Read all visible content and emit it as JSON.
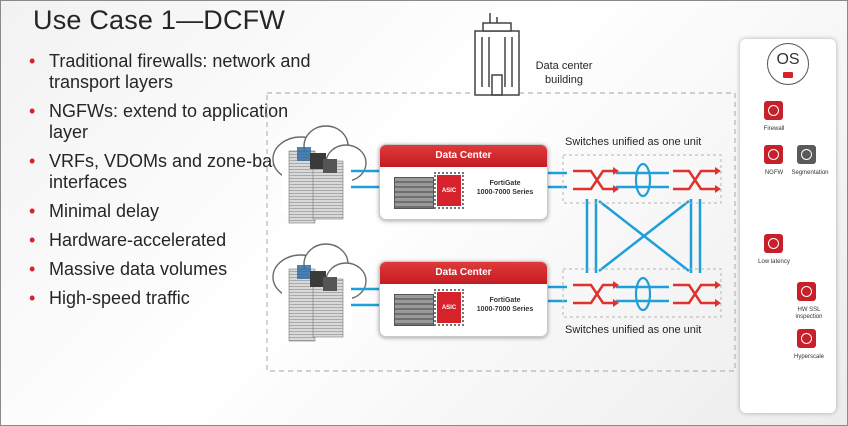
{
  "title": "Use Case 1—DCFW",
  "bullets": [
    "Traditional firewalls: network and transport layers",
    "NGFWs: extend to application layer",
    "VRFs, VDOMs and zone-based interfaces",
    "Minimal delay",
    "Hardware-accelerated",
    "Massive data volumes",
    "High-speed traffic"
  ],
  "diagram": {
    "building_label_line1": "Data center",
    "building_label_line2": "building",
    "data_centers": [
      {
        "header": "Data Center",
        "asic_label": "ASIC",
        "product_line1": "FortiGate",
        "product_line2": "1000-7000 Series"
      },
      {
        "header": "Data Center",
        "asic_label": "ASIC",
        "product_line1": "FortiGate",
        "product_line2": "1000-7000 Series"
      }
    ],
    "switch_label_top": "Switches unified as one unit",
    "switch_label_bottom": "Switches unified as one unit"
  },
  "os_panel": {
    "os_label": "OS",
    "features": [
      {
        "label": "Firewall",
        "icon": "flame-icon"
      },
      {
        "label": "NGFW",
        "icon": "play-icon"
      },
      {
        "label": "Segmentation",
        "icon": "segmentation-icon"
      },
      {
        "label": "Low latency",
        "icon": "stopwatch-icon"
      },
      {
        "label": "HW SSL inspection",
        "icon": "document-lock-icon"
      },
      {
        "label": "Hyperscale",
        "icon": "hyperscale-icon"
      }
    ]
  },
  "colors": {
    "accent_red": "#d6222a",
    "link_blue": "#1e9fd8",
    "switch_red": "#e0312f"
  }
}
